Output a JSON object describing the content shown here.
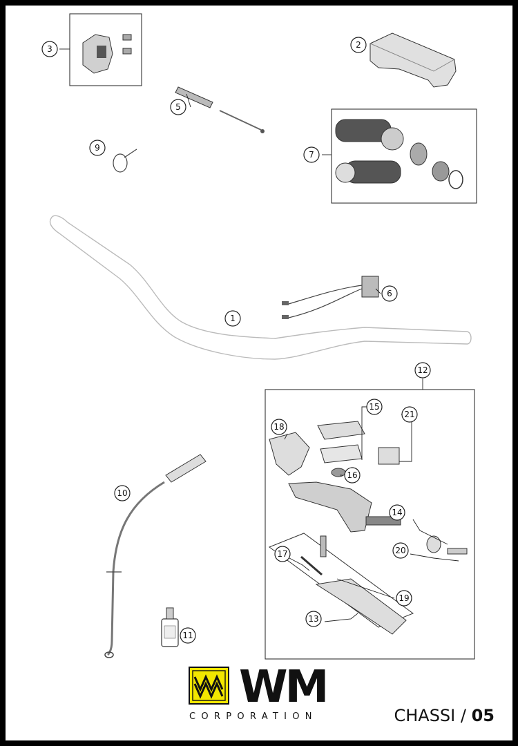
{
  "callouts": {
    "c1": "1",
    "c2": "2",
    "c3": "3",
    "c5": "5",
    "c6": "6",
    "c7": "7",
    "c9": "9",
    "c10": "10",
    "c11": "11",
    "c12": "12",
    "c13": "13",
    "c14": "14",
    "c15": "15",
    "c16": "16",
    "c17": "17",
    "c18": "18",
    "c19": "19",
    "c20": "20",
    "c21": "21"
  },
  "footer": {
    "brand": "WM",
    "subtitle": "CORPORATION",
    "section_prefix": "CHASSI / ",
    "section_number": "05"
  },
  "colors": {
    "logo_yellow": "#f2e600",
    "frame_black": "#000000"
  }
}
